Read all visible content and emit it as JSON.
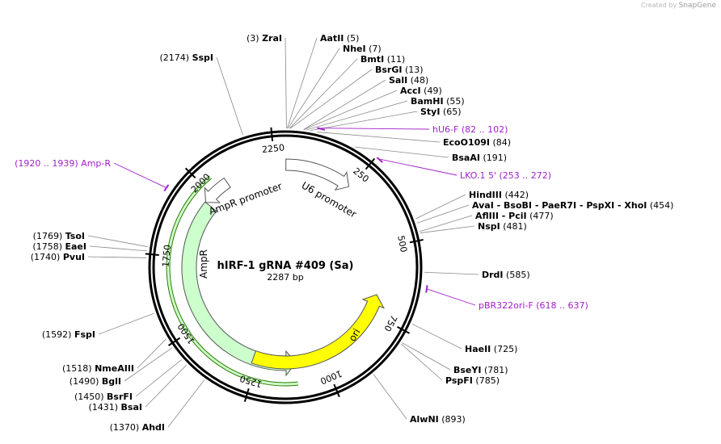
{
  "watermark": {
    "prefix": "Created by",
    "brand": "SnapGene"
  },
  "plasmid": {
    "name": "hIRF-1 gRNA #409 (Sa)",
    "length_label": "2287 bp",
    "length": 2287
  },
  "ticks": [
    "250",
    "500",
    "750",
    "1000",
    "1250",
    "1500",
    "1750",
    "2000",
    "2250"
  ],
  "features": [
    {
      "name": "AmpR promoter",
      "start": 1964,
      "end": 2068,
      "color": "#ffffff",
      "label": "AmpR promoter"
    },
    {
      "name": "U6 promoter",
      "start": 2,
      "end": 243,
      "color": "#ffffff",
      "label": "U6 promoter"
    },
    {
      "name": "AmpR",
      "start": 1104,
      "end": 1964,
      "color": "#ccffcc",
      "label": "AmpR"
    },
    {
      "name": "ori",
      "start": 678,
      "end": 1267,
      "color": "#ffff00",
      "label": "ori"
    }
  ],
  "sites": [
    {
      "text": "(3)  ",
      "name": "ZraI",
      "suffix": ""
    },
    {
      "text": "",
      "name": "AatII",
      "suffix": "  (5)"
    },
    {
      "text": "",
      "name": "NheI",
      "suffix": "  (7)"
    },
    {
      "text": "",
      "name": "BmtI",
      "suffix": "  (11)"
    },
    {
      "text": "",
      "name": "BsrGI",
      "suffix": "  (13)"
    },
    {
      "text": "",
      "name": "SalI",
      "suffix": "  (48)"
    },
    {
      "text": "",
      "name": "AccI",
      "suffix": "  (49)"
    },
    {
      "text": "",
      "name": "BamHI",
      "suffix": "  (55)"
    },
    {
      "text": "",
      "name": "StyI",
      "suffix": "  (65)"
    },
    {
      "text": "",
      "name": "EcoO109I",
      "suffix": "  (84)"
    },
    {
      "text": "",
      "name": "BsaAI",
      "suffix": "  (191)"
    },
    {
      "text": "",
      "name": "HindIII",
      "suffix": "  (442)"
    },
    {
      "text": "",
      "name": "AvaI  - BsoBI  - PaeR7I  - PspXI  - XhoI",
      "suffix": "  (454)"
    },
    {
      "text": "",
      "name": "AflIII  - PciI",
      "suffix": "  (477)"
    },
    {
      "text": "",
      "name": "NspI",
      "suffix": "  (481)"
    },
    {
      "text": "",
      "name": "DrdI",
      "suffix": "  (585)"
    },
    {
      "text": "",
      "name": "HaeII",
      "suffix": "  (725)"
    },
    {
      "text": "",
      "name": "BseYI",
      "suffix": "  (781)"
    },
    {
      "text": "",
      "name": "PspFI",
      "suffix": "  (785)"
    },
    {
      "text": "",
      "name": "AlwNI",
      "suffix": "  (893)"
    },
    {
      "text": "(1370)  ",
      "name": "AhdI",
      "suffix": ""
    },
    {
      "text": "(1431)  ",
      "name": "BsaI",
      "suffix": ""
    },
    {
      "text": "(1450)  ",
      "name": "BsrFI",
      "suffix": ""
    },
    {
      "text": "(1490)  ",
      "name": "BglI",
      "suffix": ""
    },
    {
      "text": "(1518)  ",
      "name": "NmeAIII",
      "suffix": ""
    },
    {
      "text": "(1592)  ",
      "name": "FspI",
      "suffix": ""
    },
    {
      "text": "(1740)  ",
      "name": "PvuI",
      "suffix": ""
    },
    {
      "text": "(1758)  ",
      "name": "EaeI",
      "suffix": ""
    },
    {
      "text": "(1769)  ",
      "name": "TsoI",
      "suffix": ""
    },
    {
      "text": "(2174)  ",
      "name": "SspI",
      "suffix": ""
    }
  ],
  "primers": [
    {
      "label": "hU6-F    (82 .. 102)",
      "start": 82,
      "end": 102
    },
    {
      "label": "LKO.1 5'    (253 .. 272)",
      "start": 253,
      "end": 272
    },
    {
      "label": "pBR322ori-F    (618 .. 637)",
      "start": 618,
      "end": 637
    },
    {
      "label": "(1920 .. 1939)  Amp-R",
      "start": 1920,
      "end": 1939
    }
  ],
  "colors": {
    "backbone": "#000000",
    "primer": "#a020c8",
    "ampr": "#ccffcc",
    "ori": "#ffff00",
    "promoter": "#ffffff"
  }
}
